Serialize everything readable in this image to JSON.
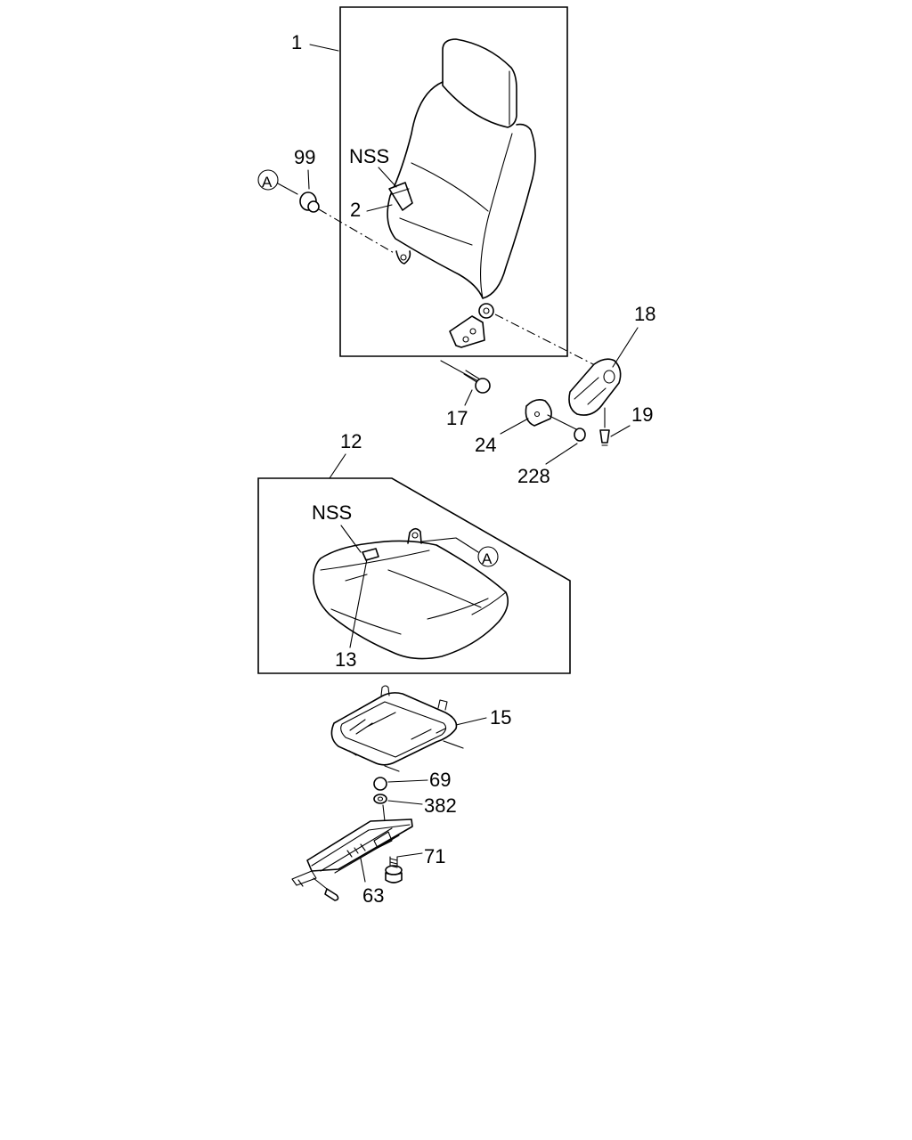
{
  "labels": {
    "p1": "1",
    "p2": "2",
    "p99": "99",
    "nss_back": "NSS",
    "ref_a_back": "A",
    "p18": "18",
    "p17": "17",
    "p19": "19",
    "p24": "24",
    "p228": "228",
    "p12": "12",
    "nss_cushion": "NSS",
    "ref_a_cushion": "A",
    "p13": "13",
    "p15": "15",
    "p69": "69",
    "p382": "382",
    "p71": "71",
    "p63": "63"
  }
}
